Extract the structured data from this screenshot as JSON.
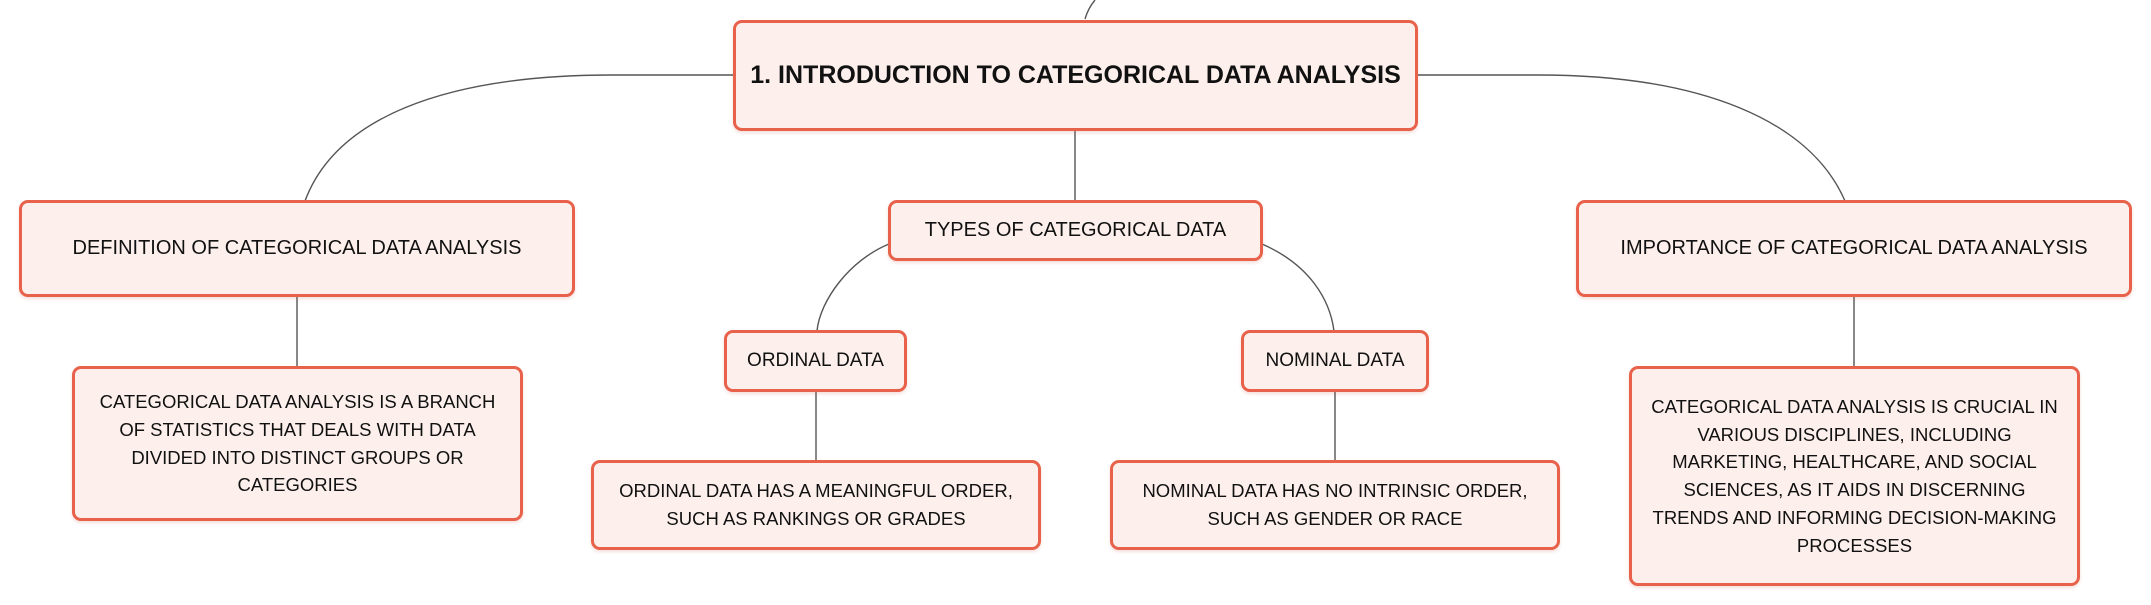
{
  "diagram": {
    "root": {
      "label": "1. INTRODUCTION TO CATEGORICAL DATA ANALYSIS"
    },
    "definition": {
      "label": "DEFINITION OF CATEGORICAL DATA ANALYSIS",
      "detail": "CATEGORICAL DATA ANALYSIS IS A BRANCH OF STATISTICS THAT DEALS WITH DATA DIVIDED INTO DISTINCT GROUPS OR CATEGORIES"
    },
    "types": {
      "label": "TYPES OF CATEGORICAL DATA",
      "ordinal": {
        "label": "ORDINAL DATA",
        "detail": "ORDINAL DATA HAS A MEANINGFUL ORDER, SUCH AS RANKINGS OR GRADES"
      },
      "nominal": {
        "label": "NOMINAL DATA",
        "detail": "NOMINAL DATA HAS NO INTRINSIC ORDER, SUCH AS GENDER OR RACE"
      }
    },
    "importance": {
      "label": "IMPORTANCE OF CATEGORICAL DATA ANALYSIS",
      "detail": "CATEGORICAL DATA ANALYSIS IS CRUCIAL IN VARIOUS DISCIPLINES, INCLUDING MARKETING, HEALTHCARE, AND SOCIAL SCIENCES, AS IT AIDS IN DISCERNING TRENDS AND INFORMING DECISION-MAKING PROCESSES"
    }
  }
}
